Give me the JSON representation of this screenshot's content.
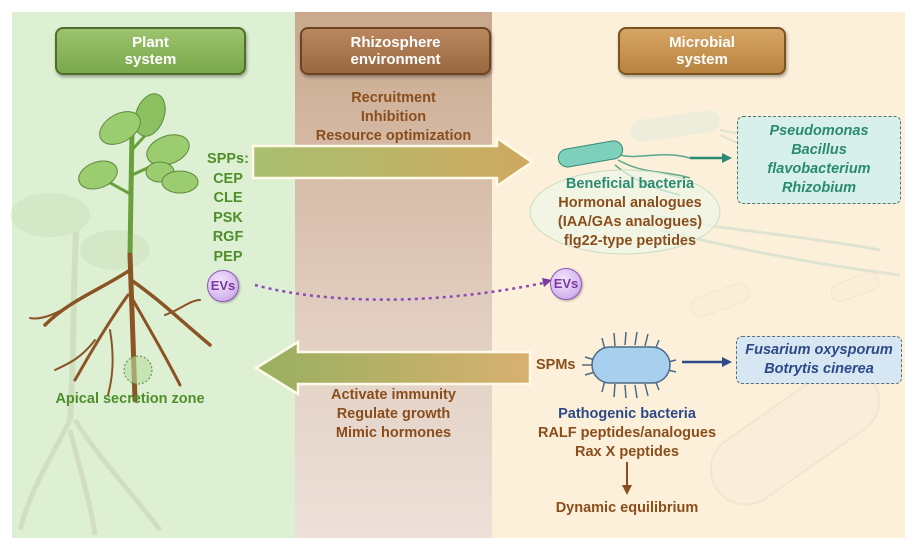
{
  "panels": {
    "plant": {
      "title_line1": "Plant",
      "title_line2": "system",
      "color": "#def0d4"
    },
    "rhizosphere": {
      "title_line1": "Rhizosphere",
      "title_line2": "environment",
      "color": "#d6bca8"
    },
    "microbial": {
      "title_line1": "Microbial",
      "title_line2": "system",
      "color": "#fdf0da"
    }
  },
  "rhizosphere_effects_top": [
    "Recruitment",
    "Inhibition",
    "Resource optimization"
  ],
  "rhizosphere_effects_bottom": [
    "Activate immunity",
    "Regulate growth",
    "Mimic hormones"
  ],
  "plant": {
    "spps_label": "SPPs:",
    "spps": [
      "CEP",
      "CLE",
      "PSK",
      "RGF",
      "PEP"
    ],
    "ev_label": "EVs",
    "apical_zone_label": "Apical secretion zone"
  },
  "microbial": {
    "beneficial": {
      "title": "Beneficial bacteria",
      "items": [
        "Hormonal analogues",
        "(IAA/GAs analogues)",
        "flg22-type peptides"
      ],
      "examples": [
        "Pseudomonas",
        "Bacillus",
        "flavobacterium",
        "Rhizobium"
      ]
    },
    "ev_label": "EVs",
    "spms_label": "SPMs",
    "pathogenic": {
      "title": "Pathogenic bacteria",
      "items": [
        "RALF peptides/analogues",
        "Rax X peptides"
      ],
      "examples": [
        "Fusarium oxysporum",
        "Botrytis cinerea"
      ]
    },
    "outcome": "Dynamic equilibrium"
  },
  "colors": {
    "plant_text": "#4f8f2a",
    "effect_text": "#8a4e1c",
    "beneficial_text": "#2a8a72",
    "pathogenic_text": "#2d4a88",
    "ev_text": "#7a3aa0"
  }
}
